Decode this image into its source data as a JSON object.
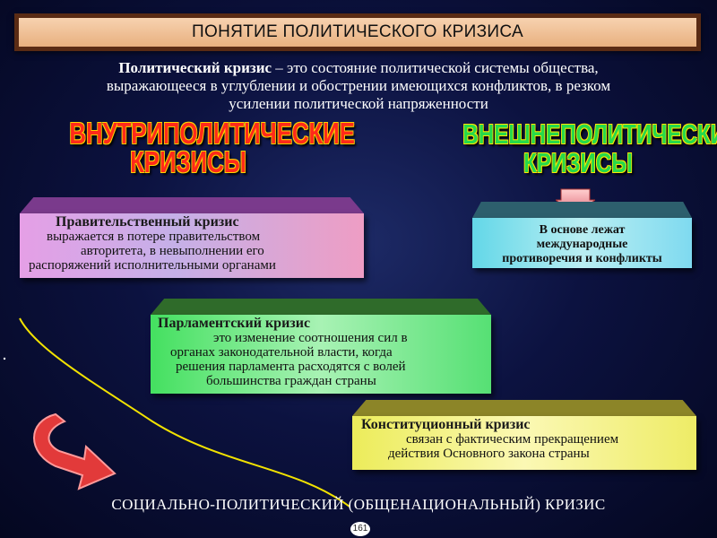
{
  "title": "ПОНЯТИЕ ПОЛИТИЧЕСКОГО КРИЗИСА",
  "definition": {
    "term": "Политический кризис",
    "line1_rest": " – это состояние политической системы общества,",
    "line2": "выражающееся в углублении и обострении имеющихся конфликтов, в резком",
    "line3": "усилении политической напряженности"
  },
  "internal_heading": {
    "line1": "ВНУТРИПОЛИТИЧЕСКИЕ",
    "line2": "КРИЗИСЫ"
  },
  "external_heading": {
    "line1": "ВНЕШНЕПОЛИТИЧЕСКИЕ",
    "line2": "КРИЗИСЫ"
  },
  "government_crisis": {
    "title": "Правительственный кризис",
    "line1": "выражается в потере правительством",
    "line2": "авторитета, в невыполнении его",
    "line3": "распоряжений исполнительными органами"
  },
  "international_box": {
    "line1": "В основе лежат",
    "line2": "международные",
    "line3": "противоречия и конфликты"
  },
  "parliament_crisis": {
    "title": "Парламентский кризис",
    "line1": "это изменение соотношения сил в",
    "line2": "органах законодательной власти, когда",
    "line3": "решения парламента расходятся с волей",
    "line4": "большинства граждан страны"
  },
  "constitutional_crisis": {
    "title": "Конституционный кризис",
    "line1": "связан с фактическим прекращением",
    "line2": "действия Основного закона страны"
  },
  "bottom_label": "СОЦИАЛЬНО-ПОЛИТИЧЕСКИЙ (ОБЩЕНАЦИОНАЛЬНЫЙ) КРИЗИС",
  "slide_number": "161",
  "colors": {
    "internal_heading": "#ff2a1a",
    "external_heading": "#27d94a",
    "connector_line": "#f2e200",
    "curved_arrow": "#e23a3a"
  }
}
